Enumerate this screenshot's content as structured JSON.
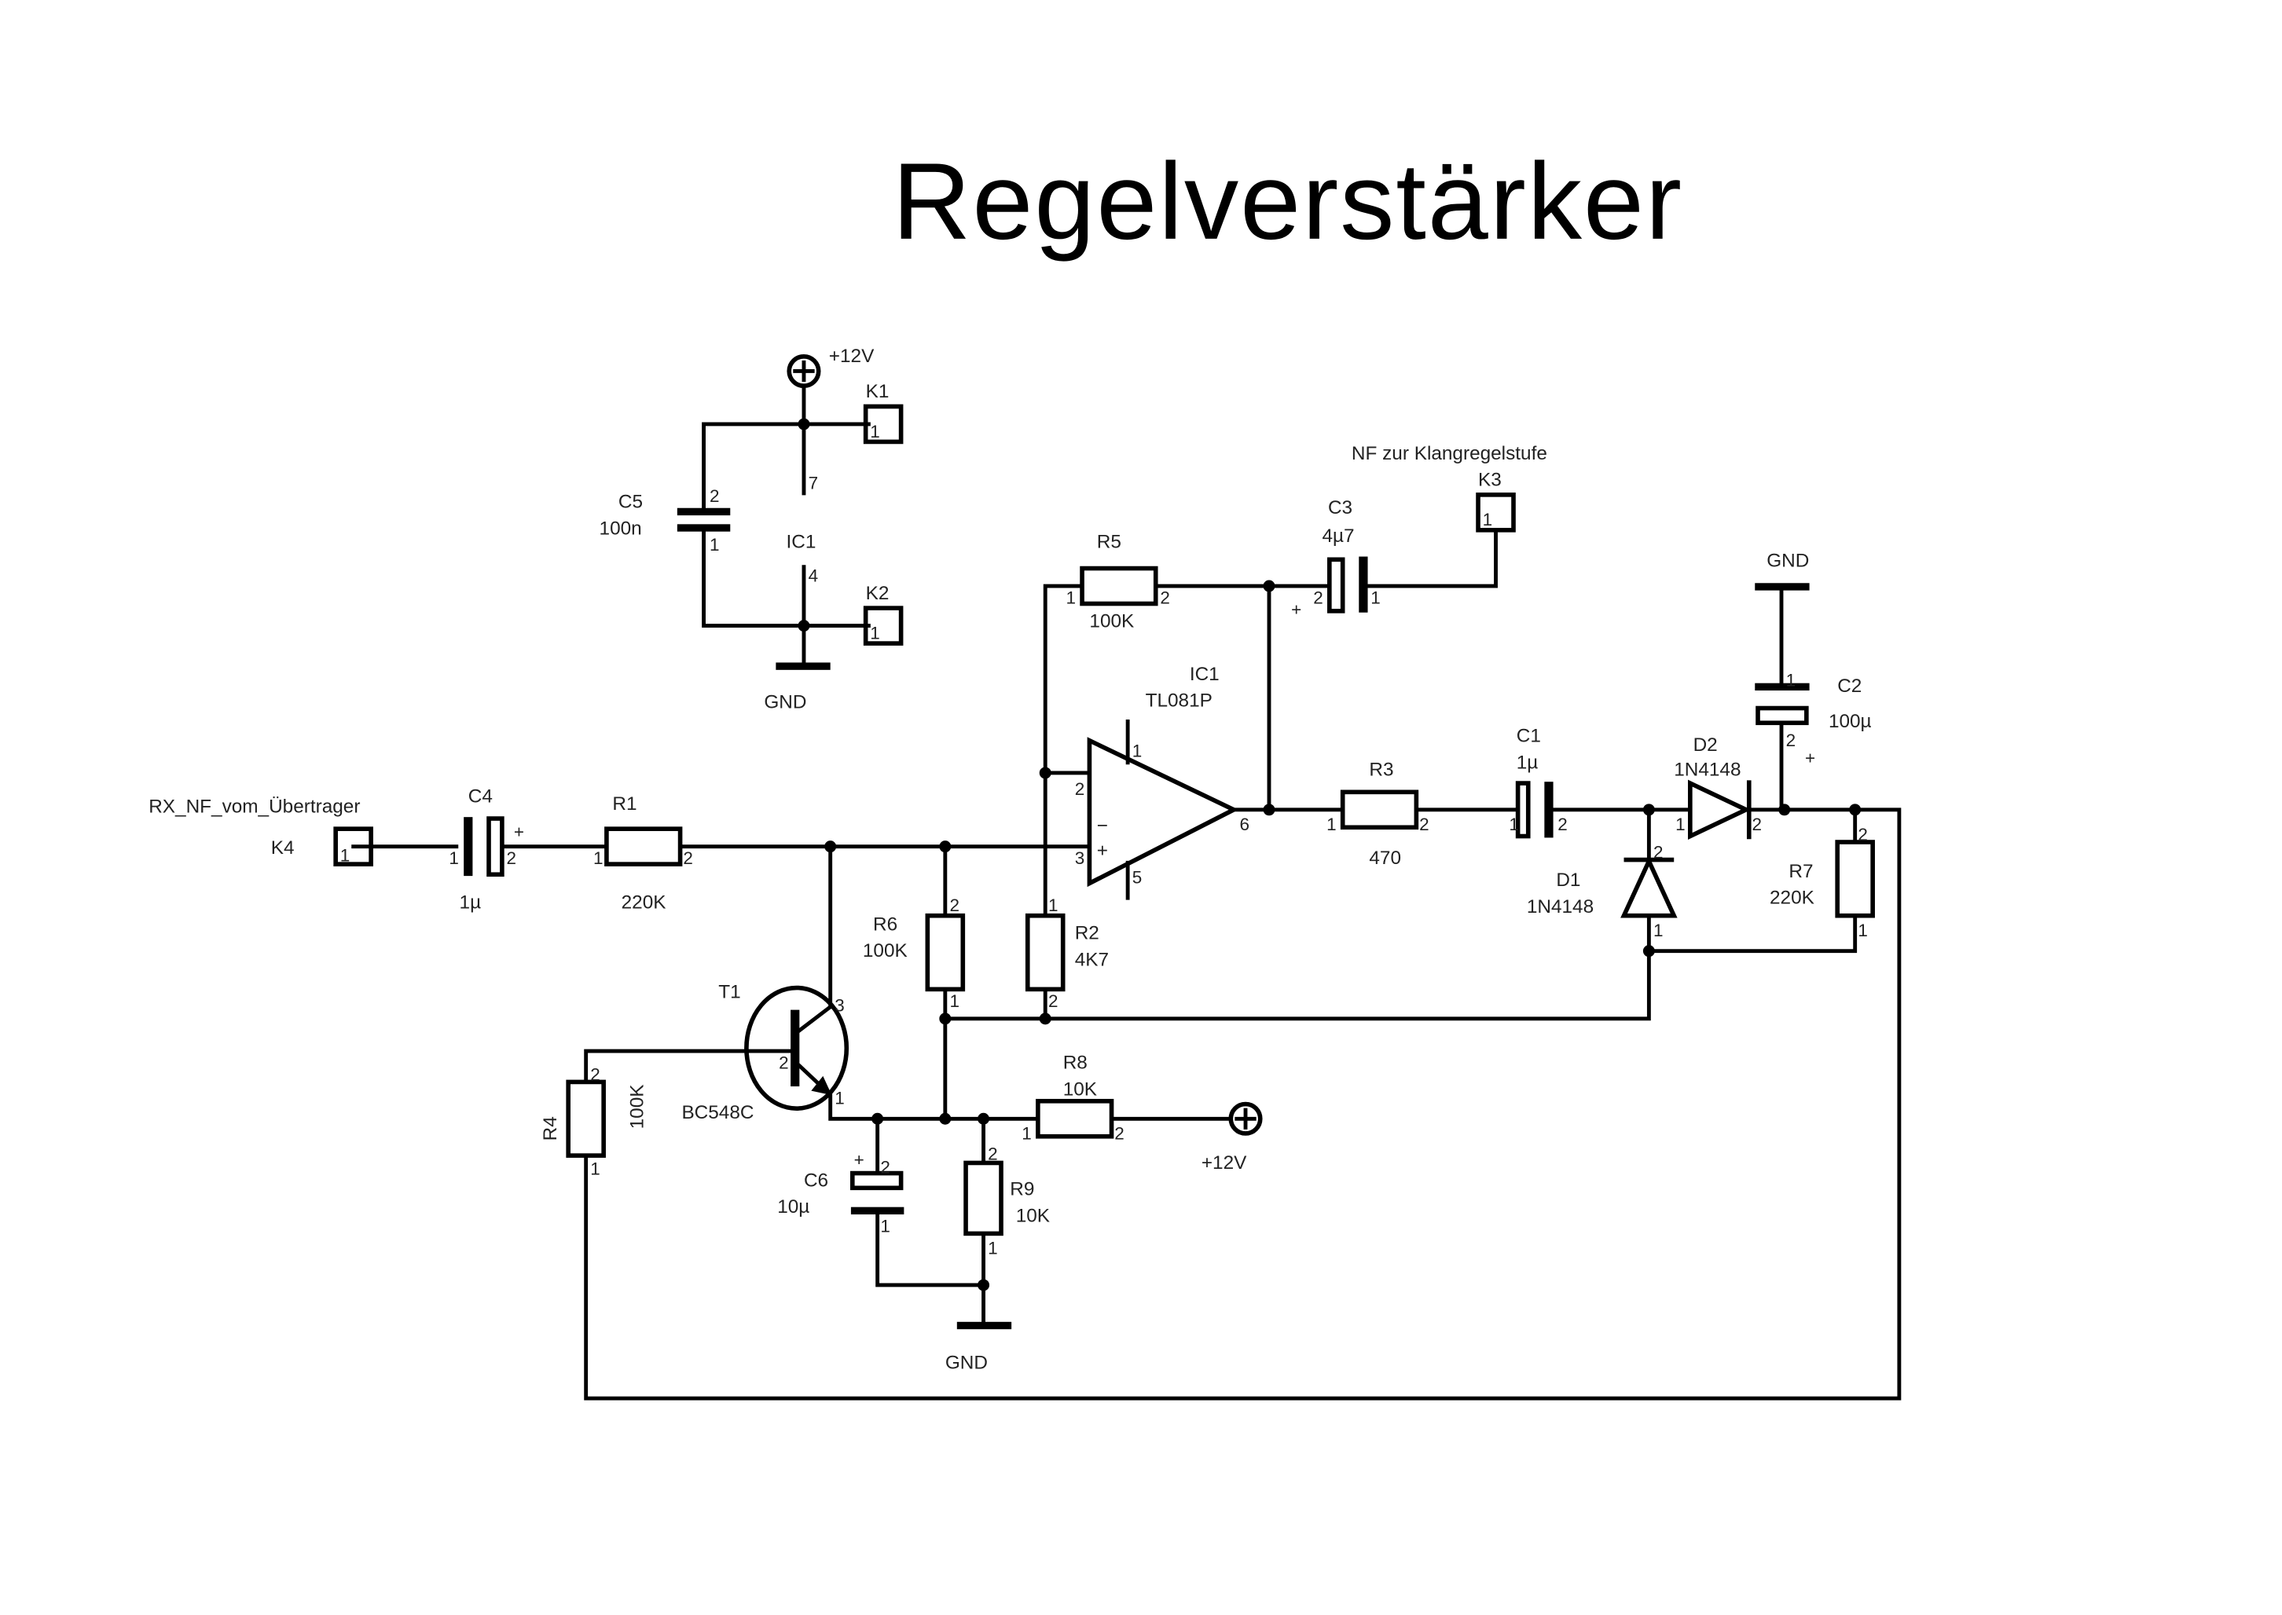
{
  "title": "Regelverstärker",
  "power": {
    "supply": "+12V",
    "k1": "K1",
    "k2": "K2",
    "c5": "C5",
    "c5_value": "100n",
    "ic1": "IC1",
    "pin7": "7",
    "pin4": "4",
    "gnd": "GND",
    "p1": "1",
    "p2": "2"
  },
  "input": {
    "net": "RX_NF_vom_Übertrager",
    "k4": "K4",
    "c4": "C4",
    "c4_value": "1µ",
    "r1": "R1",
    "r1_value": "220K"
  },
  "opamp": {
    "name": "IC1",
    "type": "TL081P",
    "minus": "−",
    "plus": "+",
    "pin1": "1",
    "pin2": "2",
    "pin3": "3",
    "pin5": "5",
    "pin6": "6"
  },
  "feedback": {
    "r5": "R5",
    "r5_value": "100K",
    "r2": "R2",
    "r2_value": "4K7",
    "c3": "C3",
    "c3_value": "4µ7",
    "k3": "K3",
    "output_net": "NF zur Klangregelstufe"
  },
  "detector": {
    "r3": "R3",
    "r3_value": "470",
    "c1": "C1",
    "c1_value": "1µ",
    "d1": "D1",
    "d1_value": "1N4148",
    "d2": "D2",
    "d2_value": "1N4148",
    "c2": "C2",
    "c2_value": "100µ",
    "r7": "R7",
    "r7_value": "220K",
    "gnd": "GND"
  },
  "control": {
    "t1": "T1",
    "t1_value": "BC548C",
    "r6": "R6",
    "r6_value": "100K",
    "r4": "R4",
    "r4_value": "100K",
    "r8": "R8",
    "r8_value": "10K",
    "r9": "R9",
    "r9_value": "10K",
    "c6": "C6",
    "c6_value": "10µ",
    "supply": "+12V",
    "gnd": "GND"
  },
  "pins": {
    "one": "1",
    "two": "2",
    "three": "3",
    "plus": "+"
  }
}
